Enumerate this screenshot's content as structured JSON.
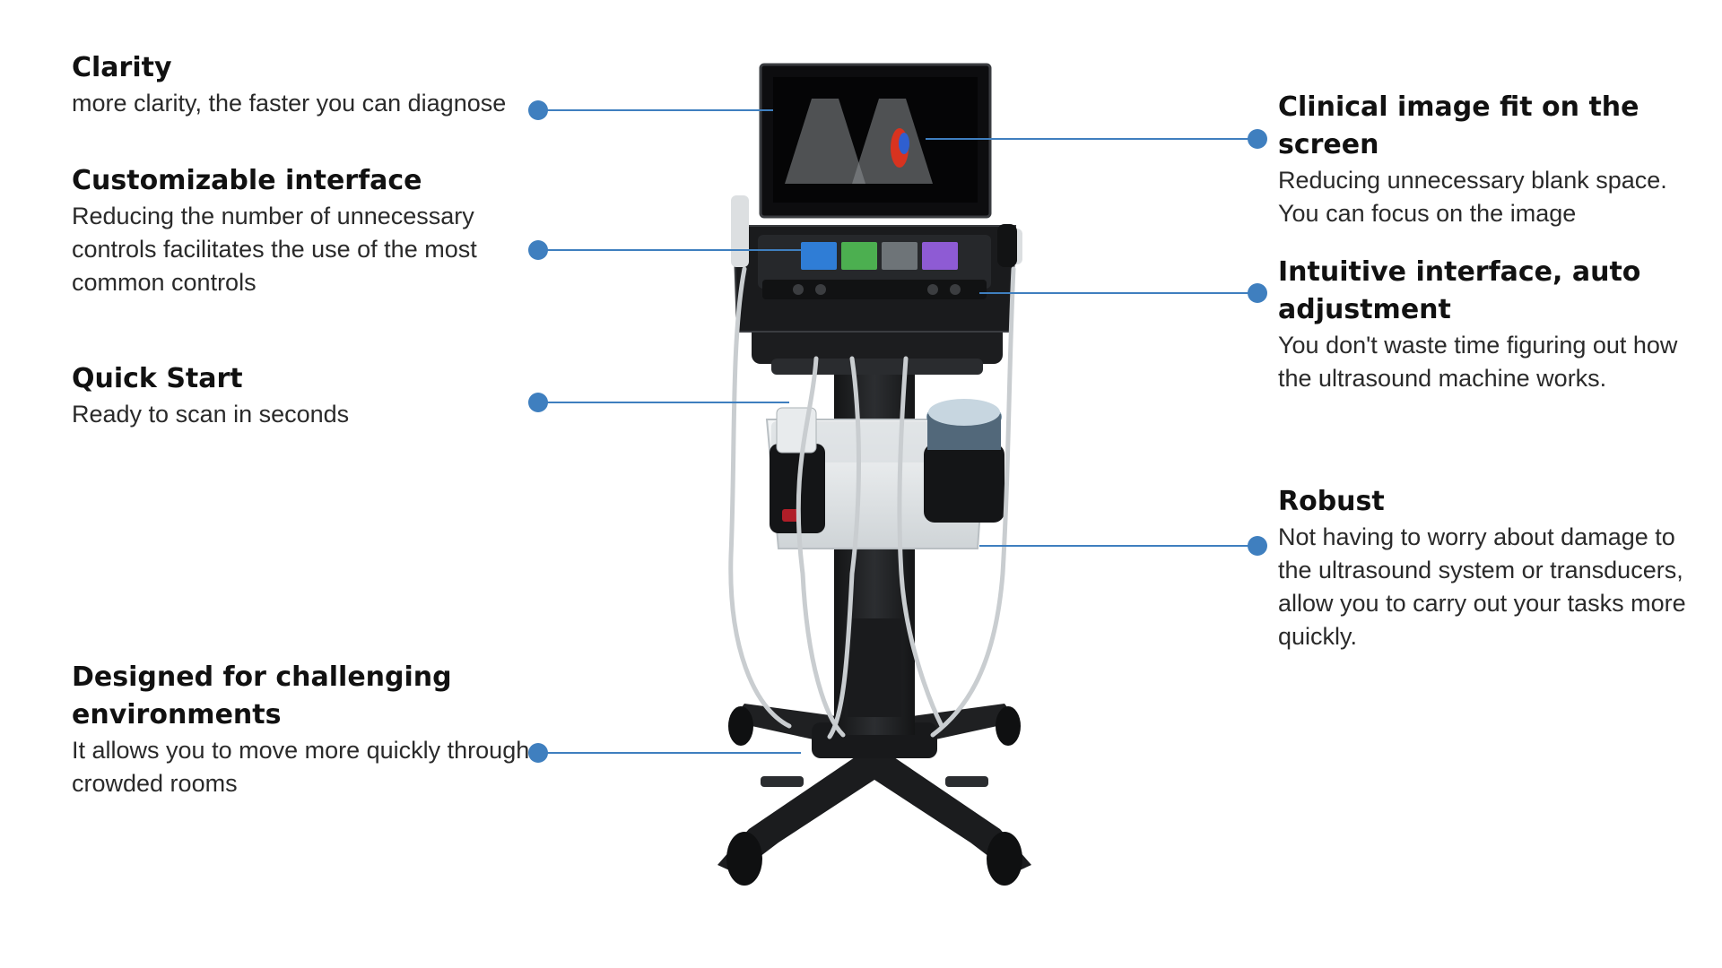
{
  "features_left": [
    {
      "title": "Clarity",
      "body": "more clarity, the faster you can diagnose"
    },
    {
      "title": "Customizable interface",
      "body": "Reducing the number of unnecessary controls facilitates the use of the most common controls"
    },
    {
      "title": "Quick Start",
      "body": "Ready to scan in seconds"
    },
    {
      "title": "Designed for challenging environments",
      "body": "It allows you to move more quickly through crowded rooms"
    }
  ],
  "features_right": [
    {
      "title": "Clinical image fit on the screen",
      "body": "Reducing unnecessary blank space. You can focus on the image"
    },
    {
      "title": "Intuitive interface, auto adjustment",
      "body": "You don't waste time figuring out how the ultrasound machine works."
    },
    {
      "title": "Robust",
      "body": "Not having to worry about damage to the ultrasound system or transducers, allow you to carry out your tasks more quickly."
    }
  ],
  "colors": {
    "callout_dot": "#3f7fbf",
    "callout_line": "#3f7fbf",
    "cart_body": "#222426",
    "screen": "#0d0d0f",
    "touch_tile_blue": "#2f7dd6",
    "touch_tile_green": "#4caf50",
    "touch_tile_gray": "#6e7478",
    "touch_tile_purple": "#8e5bd4"
  },
  "icons": [
    "ultrasound-cart-illustration",
    "callout-dot-icon"
  ]
}
